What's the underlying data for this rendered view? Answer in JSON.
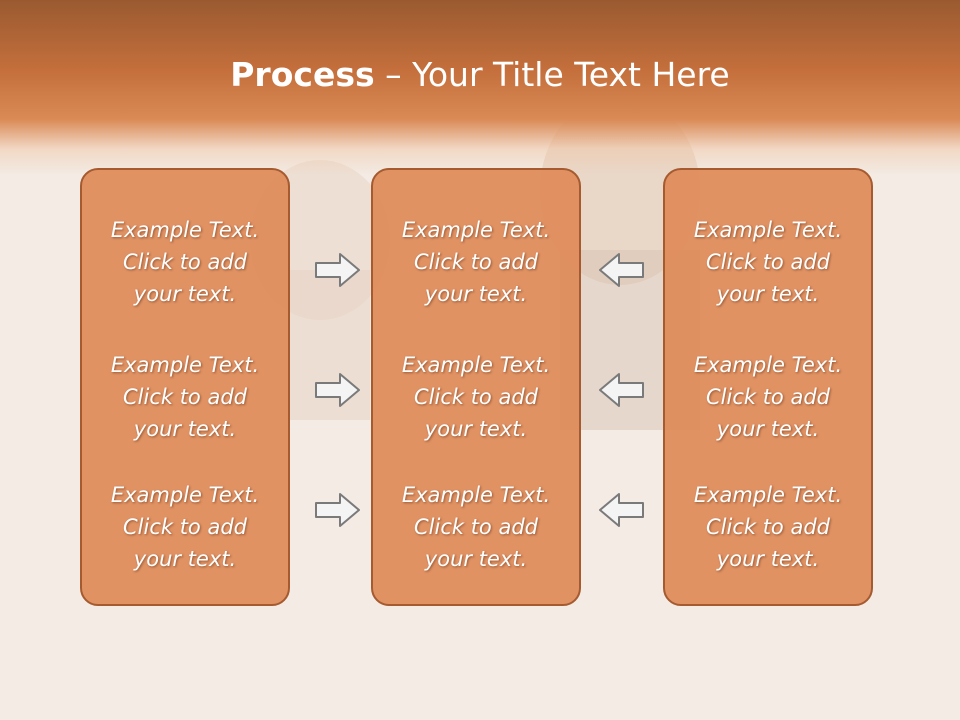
{
  "title": {
    "bold": "Process",
    "rest": " – Your Title Text Here"
  },
  "columns": [
    {
      "items": [
        {
          "l1": "Example Text.",
          "l2": "Click  to add",
          "l3": "your text."
        },
        {
          "l1": "Example Text.",
          "l2": "Click  to add",
          "l3": "your text."
        },
        {
          "l1": "Example Text.",
          "l2": "Click  to add",
          "l3": "your text."
        }
      ]
    },
    {
      "items": [
        {
          "l1": "Example Text.",
          "l2": "Click  to add",
          "l3": "your text."
        },
        {
          "l1": "Example Text.",
          "l2": "Click  to add",
          "l3": "your text."
        },
        {
          "l1": "Example Text.",
          "l2": "Click  to add",
          "l3": "your text."
        }
      ]
    },
    {
      "items": [
        {
          "l1": "Example Text.",
          "l2": "Click  to add",
          "l3": "your text."
        },
        {
          "l1": "Example Text.",
          "l2": "Click  to add",
          "l3": "your text."
        },
        {
          "l1": "Example Text.",
          "l2": "Click  to add",
          "l3": "your text."
        }
      ]
    }
  ],
  "arrows": {
    "left_side": "right-arrow-icon",
    "right_side": "left-arrow-icon"
  },
  "colors": {
    "header": "#c46f3c",
    "box_fill": "#de8a58",
    "box_border": "#a65a2f",
    "text": "#ffffff"
  }
}
